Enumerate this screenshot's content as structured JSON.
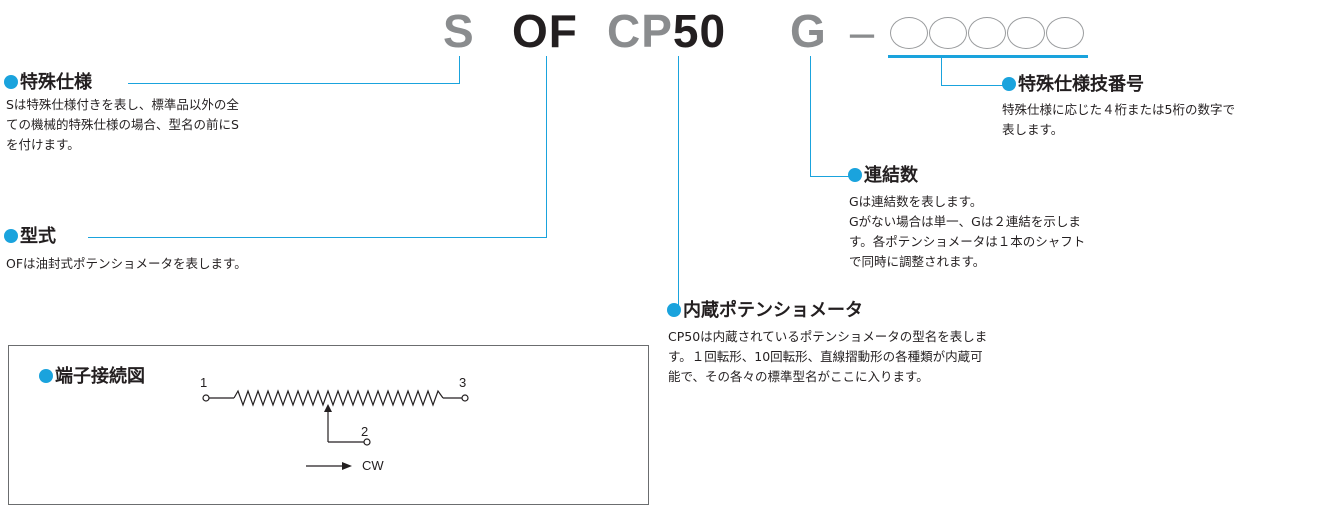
{
  "model_code": {
    "prefix": "S",
    "type": "OF",
    "pot_letters": "CP",
    "pot_number": "50",
    "ganged": "G",
    "dash": "－",
    "spec_digits": [
      "",
      "",
      "",
      "",
      ""
    ]
  },
  "sections": {
    "special_spec": {
      "title": "特殊仕様",
      "description": "Sは特殊仕様付きを表し、標準品以外の全\nての機械的特殊仕様の場合、型名の前にS\nを付けます。"
    },
    "model_type": {
      "title": "型式",
      "description": "OFは油封式ポテンショメータを表します。"
    },
    "internal_pot": {
      "title": "内蔵ポテンショメータ",
      "description": "CP50は内蔵されているポテンショメータの型名を表しま\nす。１回転形、10回転形、直線摺動形の各種類が内蔵可\n能で、その各々の標準型名がここに入ります。"
    },
    "gang_count": {
      "title": "連結数",
      "description": "Gは連結数を表します。\nGがない場合は単一、Gは２連結を示しま\nす。各ポテンショメータは１本のシャフト\nで同時に調整されます。"
    },
    "spec_number": {
      "title": "特殊仕様技番号",
      "description": "特殊仕様に応じた４桁または5桁の数字で\n表します。"
    }
  },
  "terminal_diagram": {
    "title": "端子接続図",
    "pin1": "1",
    "pin2": "2",
    "pin3": "3",
    "direction": "CW"
  },
  "colors": {
    "accent": "#1aa3dd",
    "grey_code": "#8a8c8e",
    "dark_code": "#231f20"
  }
}
